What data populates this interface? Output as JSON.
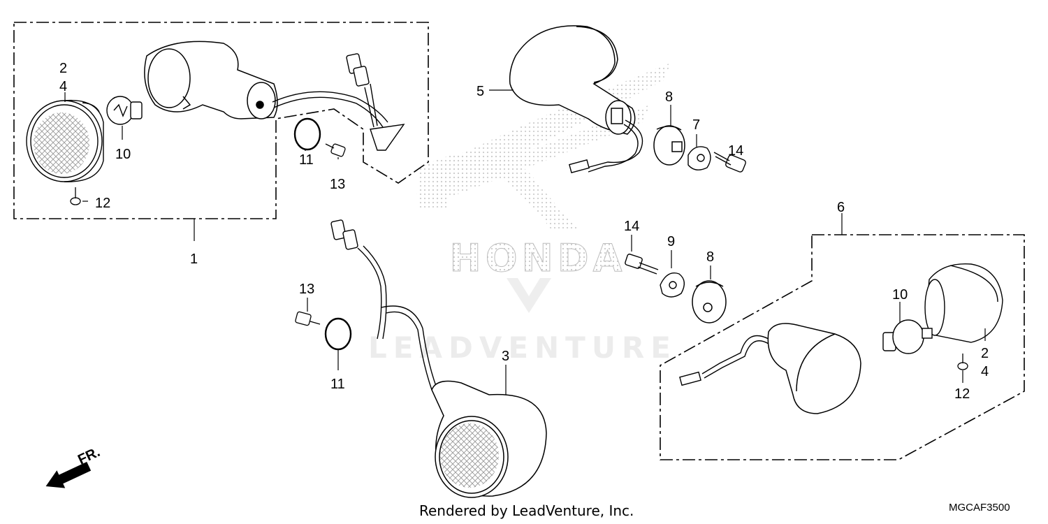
{
  "diagram": {
    "callouts": {
      "c1": "1",
      "c2a": "2",
      "c4a": "4",
      "c10a": "10",
      "c11a": "11",
      "c12a": "12",
      "c13a": "13",
      "c3": "3",
      "c11b": "11",
      "c13b": "13",
      "c5": "5",
      "c7": "7",
      "c8a": "8",
      "c14a": "14",
      "c14b": "14",
      "c9": "9",
      "c8b": "8",
      "c6": "6",
      "c10b": "10",
      "c2b": "2",
      "c4b": "4",
      "c12b": "12"
    },
    "front_direction_label": "FR.",
    "watermark": {
      "brand": "HONDA",
      "company": "LEADVENTURE"
    },
    "credit": "Rendered by LeadVenture, Inc.",
    "diagram_code": "MGCAF3500"
  }
}
